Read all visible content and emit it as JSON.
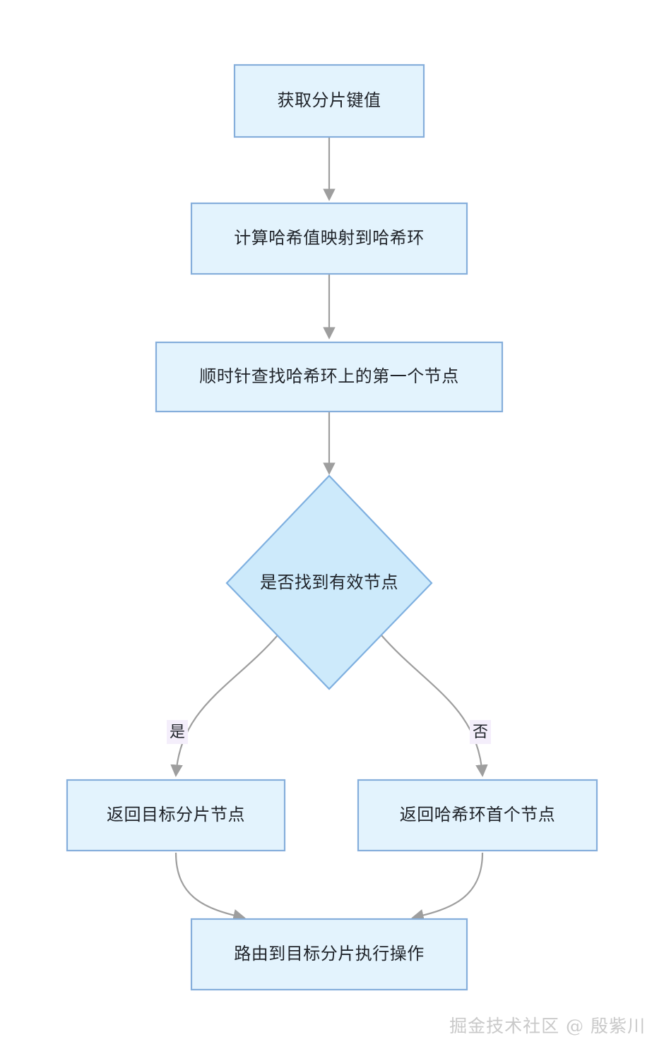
{
  "diagram": {
    "type": "flowchart",
    "direction": "top-to-bottom",
    "title": "",
    "background_color": "#ffffff",
    "node_fill_color": "#e3f3fd",
    "node_border_color": "#85aedb",
    "node_text_color": "#1f2329",
    "edge_color": "#9e9e9e",
    "edge_label_background": "#f4eefb",
    "nodes": [
      {
        "id": "n1",
        "shape": "rect",
        "label": "获取分片键值"
      },
      {
        "id": "n2",
        "shape": "rect",
        "label": "计算哈希值映射到哈希环"
      },
      {
        "id": "n3",
        "shape": "rect",
        "label": "顺时针查找哈希环上的第一个节点"
      },
      {
        "id": "n4",
        "shape": "diamond",
        "label": "是否找到有效节点"
      },
      {
        "id": "n5",
        "shape": "rect",
        "label": "返回目标分片节点"
      },
      {
        "id": "n6",
        "shape": "rect",
        "label": "返回哈希环首个节点"
      },
      {
        "id": "n7",
        "shape": "rect",
        "label": "路由到目标分片执行操作"
      }
    ],
    "edges": [
      {
        "from": "n1",
        "to": "n2",
        "label": ""
      },
      {
        "from": "n2",
        "to": "n3",
        "label": ""
      },
      {
        "from": "n3",
        "to": "n4",
        "label": ""
      },
      {
        "from": "n4",
        "to": "n5",
        "label": "是"
      },
      {
        "from": "n4",
        "to": "n6",
        "label": "否"
      },
      {
        "from": "n5",
        "to": "n7",
        "label": ""
      },
      {
        "from": "n6",
        "to": "n7",
        "label": ""
      }
    ]
  },
  "watermark": {
    "text": "掘金技术社区 @ 殷紫川"
  }
}
